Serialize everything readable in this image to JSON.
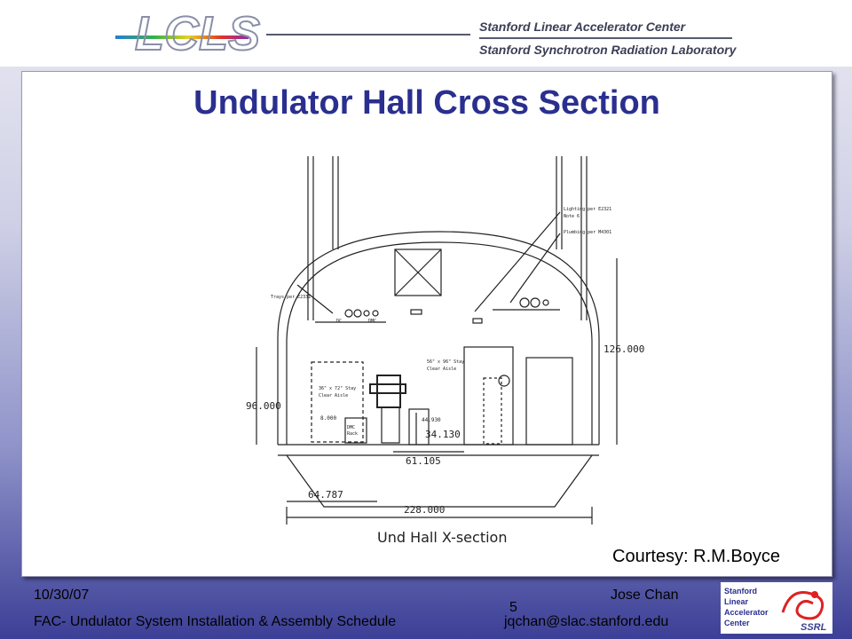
{
  "header": {
    "logo_text": "LCLS",
    "org_line1": "Stanford Linear Accelerator Center",
    "org_line2": "Stanford Synchrotron Radiation Laboratory"
  },
  "slide": {
    "title": "Undulator Hall Cross Section",
    "courtesy": "Courtesy: R.M.Boyce",
    "page_number": "5"
  },
  "drawing": {
    "caption": "Und Hall X-section",
    "dimensions": {
      "height_left": "96.000",
      "height_right": "126.000",
      "width_total": "228.000",
      "width_left": "64.787",
      "beam_offset": "61.105",
      "beam_height": "34.130",
      "small_dim": "44.930",
      "aisle_dim": "8.000"
    },
    "labels": {
      "trays": "Trays per E2331",
      "lighting": "Lighting per E2321",
      "lighting_note": "Note 6",
      "plumbing": "Plumbing per M4301",
      "aisle_left_1": "36\" x 72\" Stay",
      "aisle_left_2": "Clear Aisle",
      "aisle_center_1": "56\" x 96\" Stay",
      "aisle_center_2": "Clear Aisle",
      "dc": "DC",
      "dmc": "DMC",
      "dmc_rack_1": "DMC",
      "dmc_rack_2": "Rack"
    }
  },
  "footer": {
    "date": "10/30/07",
    "author": "Jose Chan",
    "subtitle": "FAC- Undulator System Installation & Assembly Schedule",
    "email": "jqchan@slac.stanford.edu",
    "slac_logo_lines": [
      "Stanford",
      "Linear",
      "Accelerator",
      "Center"
    ],
    "ssrl_logo": "SSRL"
  },
  "colors": {
    "title": "#2a2f8f",
    "background_bottom": "#3c3f96",
    "drawing_lines": "#222222"
  }
}
